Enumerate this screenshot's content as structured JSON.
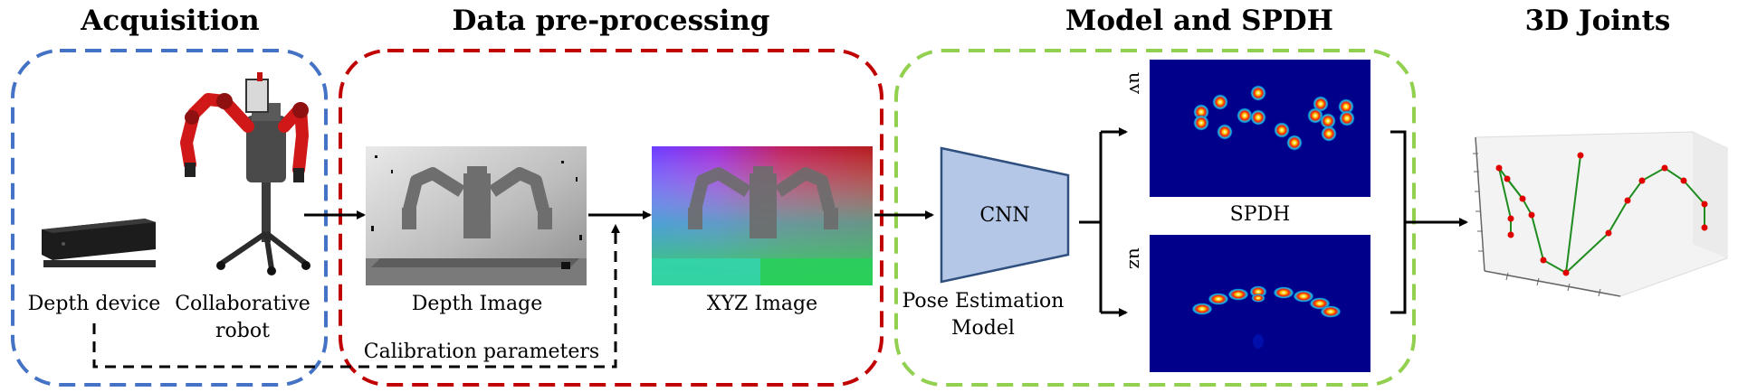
{
  "titles": {
    "acquisition": "Acquisition",
    "preprocessing": "Data pre-processing",
    "model": "Model and SPDH",
    "joints": "3D Joints"
  },
  "labels": {
    "depth_device": "Depth device",
    "robot_line1": "Collaborative",
    "robot_line2": "robot",
    "depth_image": "Depth Image",
    "xyz_image": "XYZ Image",
    "calibration": "Calibration parameters",
    "pose_line1": "Pose Estimation",
    "pose_line2": "Model",
    "cnn": "CNN",
    "spdh": "SPDH",
    "uv": "uv",
    "uz": "uz"
  },
  "colors": {
    "acquisition_box": "#4472c4",
    "preprocessing_box": "#c00000",
    "model_box": "#92d050",
    "cnn_fill": "#b4c7e7",
    "cnn_stroke": "#2f4f7f",
    "heatmap_bg": "#00008b",
    "robot_red": "#d01818",
    "joint_red": "#e00000",
    "skeleton_green": "#1e8c1e"
  },
  "icons": {
    "depth_device": "depth-camera-icon",
    "robot": "collaborative-robot-icon"
  }
}
